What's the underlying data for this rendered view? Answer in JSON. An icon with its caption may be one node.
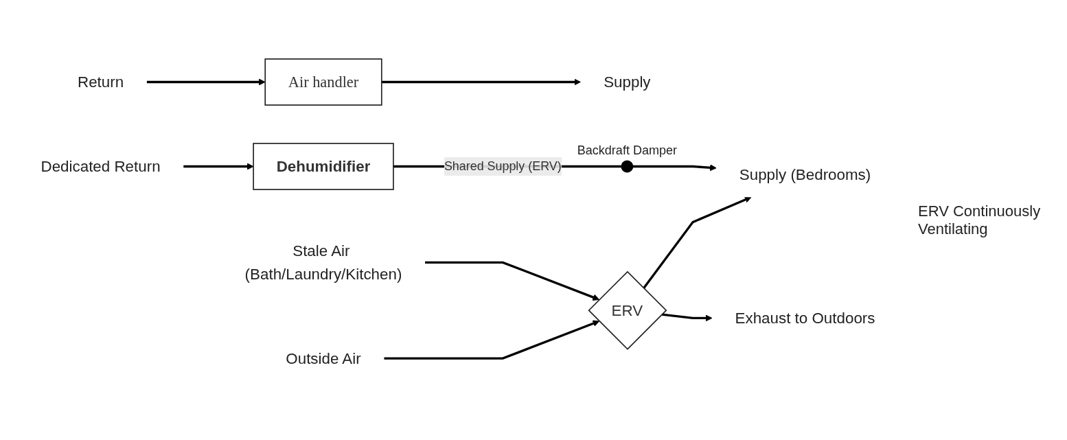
{
  "diagram": {
    "nodes": [
      {
        "text": [
          "Dedicated Return"
        ]
      },
      {
        "text": [
          "Dehumidifier"
        ]
      },
      {
        "text": [
          "Return"
        ]
      },
      {
        "text": [
          "Air handler"
        ]
      },
      {
        "text": [
          "Supply"
        ]
      },
      {
        "text": [
          "Stale Air (Bath/Laundry/Kitchen)"
        ]
      },
      {
        "text": [
          "Outside Air"
        ]
      },
      {
        "text": [
          "ERV"
        ]
      },
      {
        "text": [
          "Exhaust to Outdoors"
        ]
      },
      {
        "text": [],
        "shape": "circle",
        "beside": [
          "Backdraft Damper"
        ]
      },
      {
        "text": [
          "Supply (Bedrooms)"
        ]
      }
    ],
    "edges": [
      {
        "from": 0,
        "to": 1,
        "arrow": "to"
      },
      {
        "from": 1,
        "to": 9,
        "arrow": "none",
        "label": "Shared Supply (ERV)"
      },
      {
        "from": 9,
        "to": 10,
        "arrow": "to"
      },
      {
        "from": 2,
        "to": 3,
        "arrow": "to"
      },
      {
        "from": 3,
        "to": 4,
        "arrow": "to"
      },
      {
        "from": 5,
        "to": 7,
        "arrow": "to"
      },
      {
        "from": 6,
        "to": 7,
        "arrow": "to"
      },
      {
        "from": 7,
        "to": 8,
        "arrow": "to"
      },
      {
        "from": 7,
        "to": 10,
        "arrow": "to"
      }
    ],
    "labels": [
      "ERV Continuously Ventilating"
    ]
  }
}
